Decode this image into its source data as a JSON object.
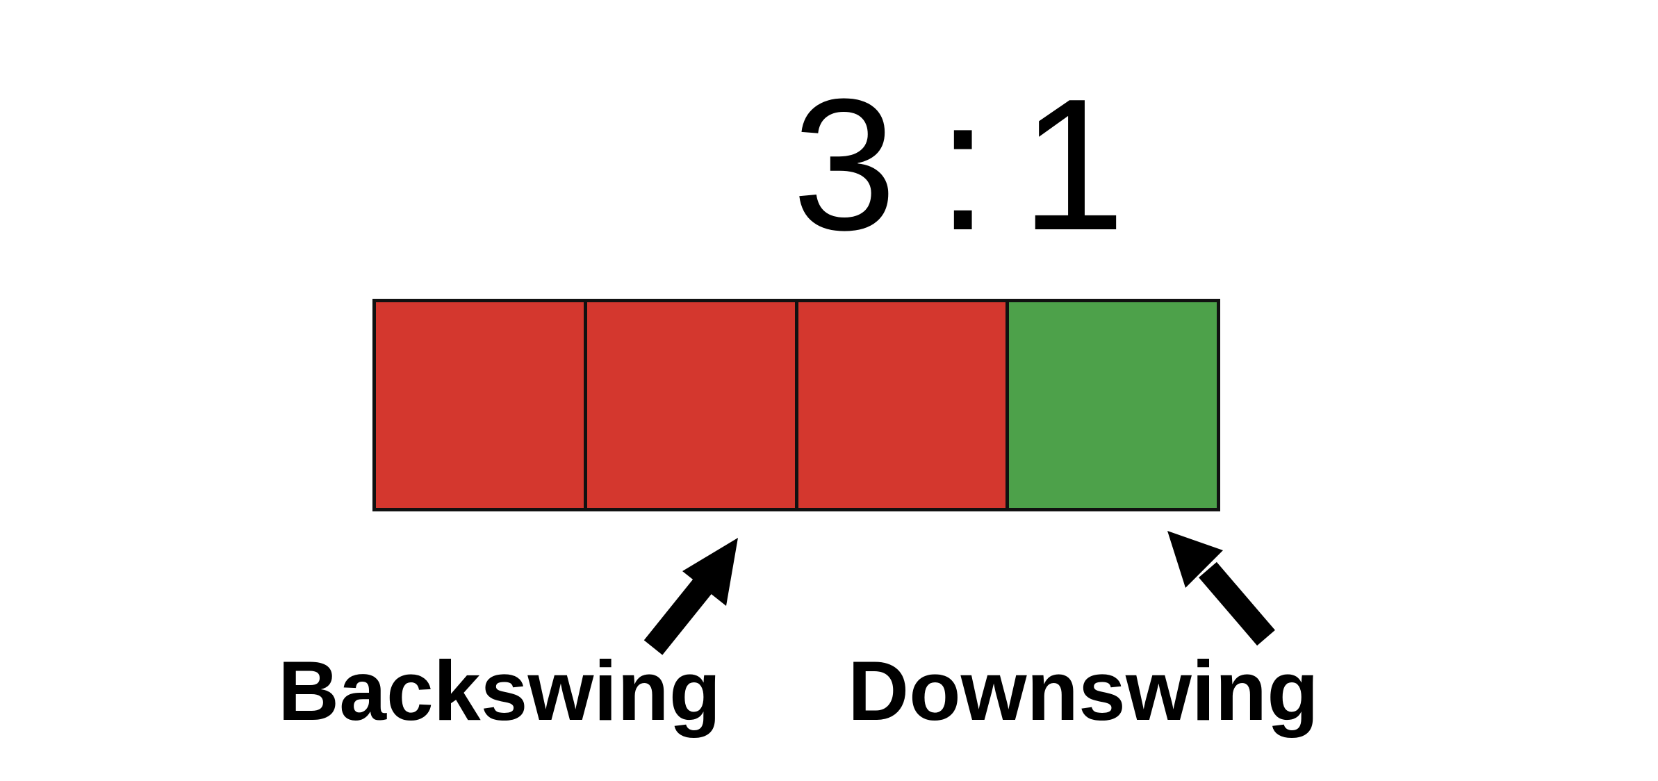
{
  "ratio": {
    "left": "3",
    "separator": ":",
    "right": "1"
  },
  "bar": {
    "segments": [
      {
        "phase": "backswing",
        "color": "#d4372e"
      },
      {
        "phase": "backswing",
        "color": "#d4372e"
      },
      {
        "phase": "backswing",
        "color": "#d4372e"
      },
      {
        "phase": "downswing",
        "color": "#4da14a"
      }
    ]
  },
  "labels": {
    "backswing": "Backswing",
    "downswing": "Downswing"
  },
  "icons": {
    "backswing_arrow": "arrow-up-right-icon",
    "downswing_arrow": "arrow-up-left-icon"
  }
}
